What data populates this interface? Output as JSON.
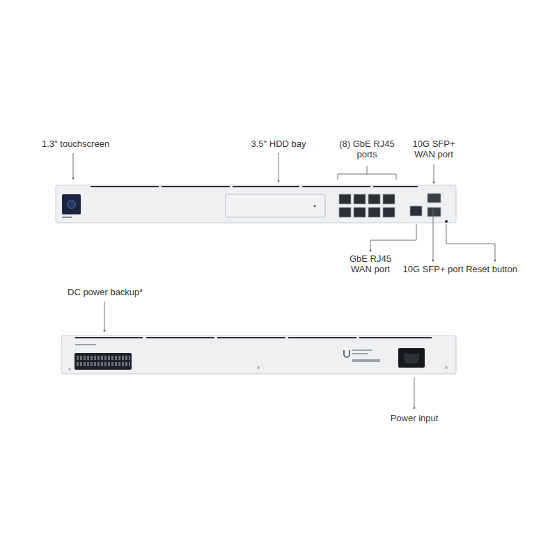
{
  "diagram": {
    "labels": [
      "1.3\" touchscreen",
      "3.5\" HDD bay",
      "(8) GbE RJ45 ports",
      "10G SFP+ WAN port",
      "GbE RJ45 WAN port",
      "10G SFP+ port",
      "Reset button",
      "DC power backup*",
      "Power input"
    ]
  }
}
